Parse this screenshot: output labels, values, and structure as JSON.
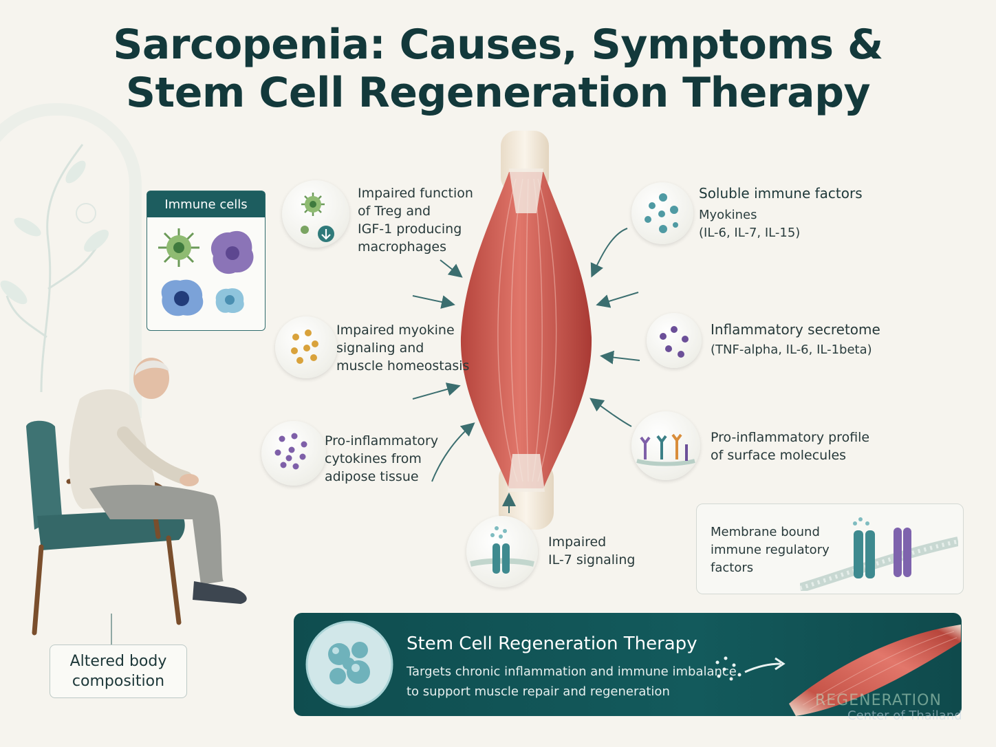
{
  "title": {
    "line1": "Sarcopenia: Causes, Symptoms &",
    "line2": "Stem Cell Regeneration Therapy"
  },
  "immune_panel": {
    "heading": "Immune cells"
  },
  "left_factors": {
    "treg": [
      "Impaired function",
      "of Treg and",
      "IGF-1 producing",
      "macrophages"
    ],
    "myokine": [
      "Impaired myokine",
      "signaling and",
      "muscle homeostasis"
    ],
    "cytokines": [
      "Pro-inflammatory",
      "cytokines from",
      "adipose tissue"
    ]
  },
  "right_factors": {
    "soluble": {
      "title": "Soluble immune factors",
      "sub": [
        "Myokines",
        "(IL-6, IL-7, IL-15)"
      ]
    },
    "secretome": {
      "title": "Inflammatory secretome",
      "sub": "(TNF-alpha, IL-6, IL-1beta)"
    },
    "surface": [
      "Pro-inflammatory profile",
      "of surface molecules"
    ]
  },
  "bottom_factor": [
    "Impaired",
    "IL-7 signaling"
  ],
  "membrane_box": [
    "Membrane bound",
    "immune regulatory",
    "factors"
  ],
  "altered_body": [
    "Altered body",
    "composition"
  ],
  "therapy": {
    "title": "Stem Cell Regeneration Therapy",
    "desc": [
      "Targets chronic inflammation and immune imbalance",
      "to support muscle repair and regeneration"
    ]
  },
  "watermark": {
    "line1": "REGENERATION",
    "line2": "Center of Thailand"
  },
  "colors": {
    "title": "#13393b",
    "teal": "#1d5d5f",
    "muscle": "#c9574d",
    "therapy_bg": "#135a5c"
  },
  "icons": [
    "immune-cell-icon",
    "down-arrow-icon",
    "particle-icon",
    "receptor-icon",
    "stem-cell-icon",
    "arrow-right-icon"
  ]
}
